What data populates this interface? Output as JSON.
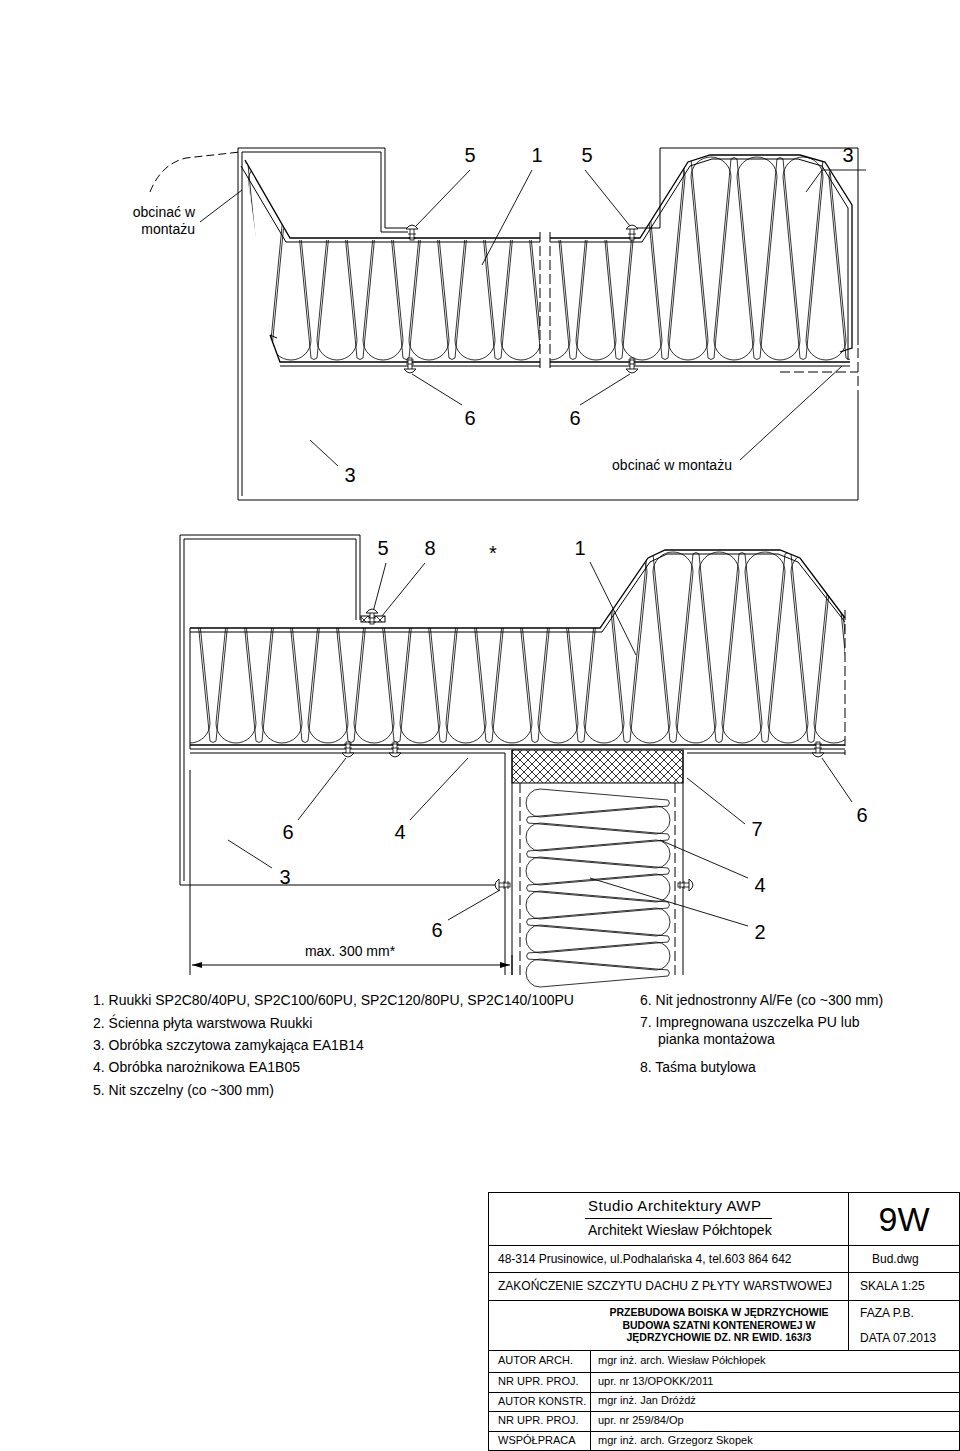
{
  "diagram": {
    "labels": [
      "5",
      "1",
      "5",
      "3",
      "obcinać w montażu",
      "6",
      "6",
      "3",
      "obcinać w montażu",
      "5",
      "8",
      "*",
      "1",
      "6",
      "4",
      "7",
      "6",
      "3",
      "4",
      "6",
      "2",
      "max. 300 mm*",
      "1. Ruukki SP2C80/40PU, SP2C100/60PU, SP2C120/80PU, SP2C140/100PU",
      "2. Ścienna płyta warstwowa Ruukki",
      "3. Obróbka szczytowa zamykająca EA1B14",
      "4. Obróbka narożnikowa EA1B05",
      "5. Nit szczelny (co ~300 mm)",
      "6. Nit jednostronny Al/Fe (co ~300 mm)",
      "7. Impregnowana uszczelka PU lub pianka montażowa",
      "8. Taśma butylowa",
      "Studio Architektury AWP",
      "Architekt Wiesław Półchtopek",
      "9W",
      "48-314 Prusinowice, ul.Podhalańska 4, tel.603 864 642",
      "Bud.dwg",
      "ZAKOŃCZENIE SZCZYTU DACHU Z PŁYTY WARSTWOWEJ",
      "SKALA 1:25",
      "PRZEBUDOWA BOISKA W JĘDRZYCHOWIE BUDOWA SZATNI KONTENEROWEJ W JĘDRZYCHOWIE DZ. NR EWID. 163/3",
      "FAZA P.B.",
      "DATA 07.2013",
      "AUTOR ARCH.",
      "mgr inż. arch. Wiesław Półchłopek",
      "NR UPR. PROJ.",
      "upr. nr 13/OPOKK/2011",
      "AUTOR KONSTR.",
      "mgr inż. Jan Dróżdż",
      "NR UPR. PROJ.",
      "upr. nr 259/84/Op",
      "WSPÓŁPRACA",
      "mgr inż. arch. Grzegorz Skopek"
    ]
  }
}
